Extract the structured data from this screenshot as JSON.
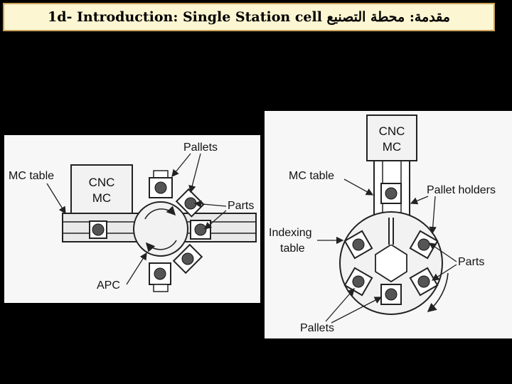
{
  "slide": {
    "title": "1d- Introduction: Single Station cell مقدمة: محطة التصنيع"
  },
  "left_diagram": {
    "labels": {
      "pallets": "Pallets",
      "mc_table": "MC table",
      "cnc": "CNC",
      "mc": "MC",
      "parts": "Parts",
      "apc": "APC"
    }
  },
  "right_diagram": {
    "labels": {
      "cnc": "CNC",
      "mc": "MC",
      "mc_table": "MC table",
      "pallet_holders": "Pallet holders",
      "indexing": "Indexing",
      "table": "table",
      "parts": "Parts",
      "pallets": "Pallets"
    }
  }
}
